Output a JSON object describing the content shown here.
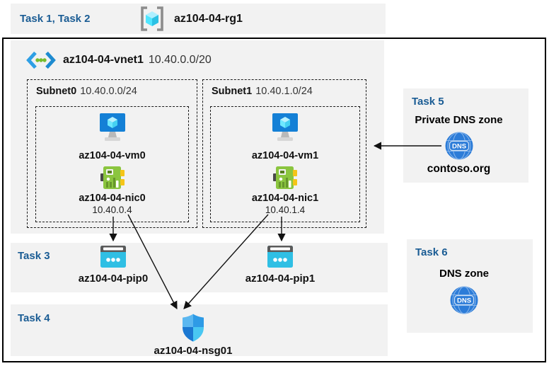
{
  "colors": {
    "accent_task_blue": "#1A5C94",
    "panel_gray": "#F2F2F2",
    "frame_black": "#000000",
    "vm_screen_blue": "#1480D6",
    "cube_cyan": "#50E6FF",
    "nic_green": "#8BC53F",
    "nic_tab_yellow": "#F5C518",
    "pip_cyan": "#2FBFE4",
    "dns_blue": "#2C7CD8",
    "nsg_shield_blues": [
      "#5BB7F0",
      "#2E9BE6",
      "#1B78D2",
      "#49C7F2"
    ],
    "vnet_chevron_blue": "#2E9FE5",
    "vnet_dot_green": "#76BC2D"
  },
  "icons": {
    "resource_group": "brackets-cube-icon",
    "vnet": "angle-brackets-dots-icon",
    "vm": "monitor-cube-icon",
    "nic": "network-card-icon",
    "public_ip": "browser-dots-icon",
    "dns": "globe-dns-icon",
    "nsg": "quadrant-shield-icon"
  },
  "header": {
    "tasks_label": "Task 1, Task 2",
    "resource_group": "az104-04-rg1"
  },
  "vnet": {
    "name": "az104-04-vnet1",
    "cidr": "10.40.0.0/20",
    "subnets": [
      {
        "name": "Subnet0",
        "cidr": "10.40.0.0/24",
        "vm": "az104-04-vm0",
        "nic": "az104-04-nic0",
        "ip": "10.40.0.4"
      },
      {
        "name": "Subnet1",
        "cidr": "10.40.1.0/24",
        "vm": "az104-04-vm1",
        "nic": "az104-04-nic1",
        "ip": "10.40.1.4"
      }
    ]
  },
  "task3": {
    "label": "Task 3",
    "pip0": "az104-04-pip0",
    "pip1": "az104-04-pip1"
  },
  "task4": {
    "label": "Task 4",
    "nsg": "az104-04-nsg01"
  },
  "task5": {
    "label": "Task 5",
    "title": "Private DNS zone",
    "zone": "contoso.org",
    "icon_text": "DNS"
  },
  "task6": {
    "label": "Task 6",
    "title": "DNS zone",
    "icon_text": "DNS"
  }
}
